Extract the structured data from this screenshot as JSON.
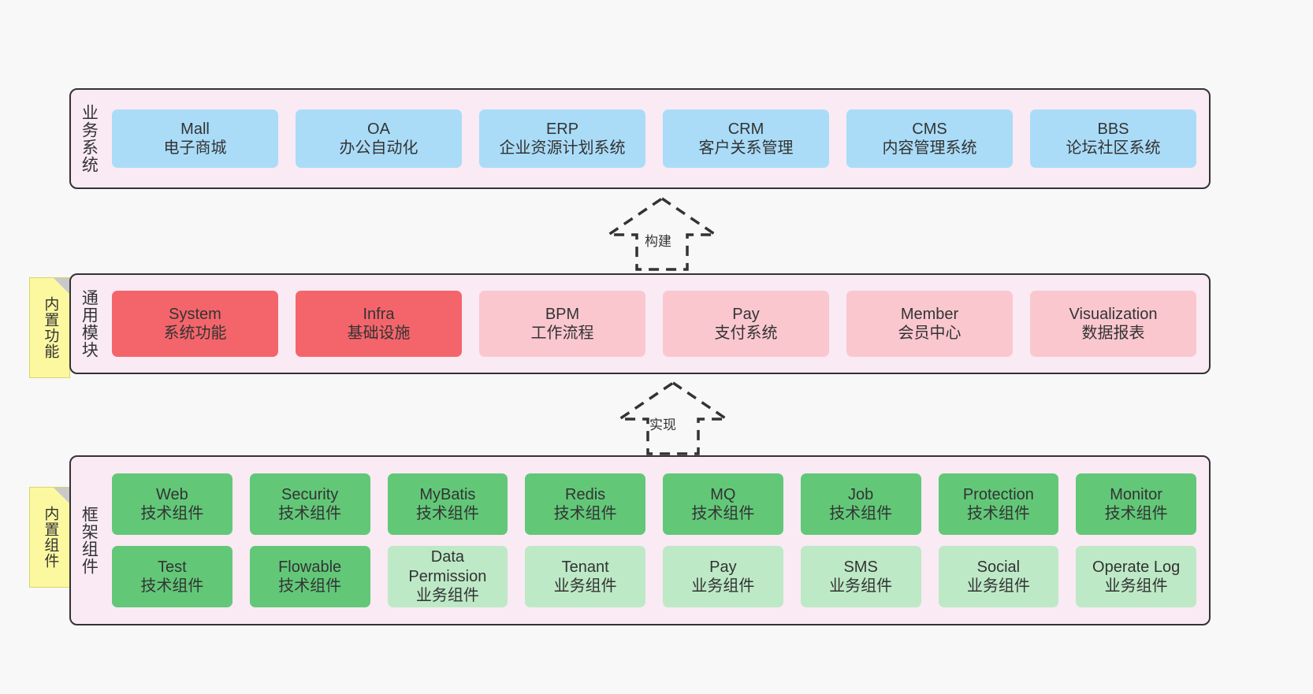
{
  "diagram": {
    "background_color": "#f8f8f8",
    "panel_color": "#f9eaf4",
    "border_color": "#333333",
    "note_color": "#fbf8a0"
  },
  "sections": [
    {
      "id": "business",
      "title": "业务系统",
      "rows": [
        [
          {
            "name": "Mall",
            "sub": "电子商城",
            "color": "#aadcf8"
          },
          {
            "name": "OA",
            "sub": "办公自动化",
            "color": "#aadcf8"
          },
          {
            "name": "ERP",
            "sub": "企业资源计划系统",
            "color": "#aadcf8"
          },
          {
            "name": "CRM",
            "sub": "客户关系管理",
            "color": "#aadcf8"
          },
          {
            "name": "CMS",
            "sub": "内容管理系统",
            "color": "#aadcf8"
          },
          {
            "name": "BBS",
            "sub": "论坛社区系统",
            "color": "#aadcf8"
          }
        ]
      ]
    },
    {
      "id": "modules",
      "title": "通用模块",
      "note": "内置功能",
      "rows": [
        [
          {
            "name": "System",
            "sub": "系统功能",
            "color": "#f4656b"
          },
          {
            "name": "Infra",
            "sub": "基础设施",
            "color": "#f4656b"
          },
          {
            "name": "BPM",
            "sub": "工作流程",
            "color": "#fbc7cf"
          },
          {
            "name": "Pay",
            "sub": "支付系统",
            "color": "#fbc7cf"
          },
          {
            "name": "Member",
            "sub": "会员中心",
            "color": "#fbc7cf"
          },
          {
            "name": "Visualization",
            "sub": "数据报表",
            "color": "#fbc7cf"
          }
        ]
      ]
    },
    {
      "id": "framework",
      "title": "框架组件",
      "note": "内置组件",
      "rows": [
        [
          {
            "name": "Web",
            "sub": "技术组件",
            "color": "#62c878"
          },
          {
            "name": "Security",
            "sub": "技术组件",
            "color": "#62c878"
          },
          {
            "name": "MyBatis",
            "sub": "技术组件",
            "color": "#62c878"
          },
          {
            "name": "Redis",
            "sub": "技术组件",
            "color": "#62c878"
          },
          {
            "name": "MQ",
            "sub": "技术组件",
            "color": "#62c878"
          },
          {
            "name": "Job",
            "sub": "技术组件",
            "color": "#62c878"
          },
          {
            "name": "Protection",
            "sub": "技术组件",
            "color": "#62c878"
          },
          {
            "name": "Monitor",
            "sub": "技术组件",
            "color": "#62c878"
          }
        ],
        [
          {
            "name": "Test",
            "sub": "技术组件",
            "color": "#62c878"
          },
          {
            "name": "Flowable",
            "sub": "技术组件",
            "color": "#62c878"
          },
          {
            "name": "Data Permission",
            "sub": "业务组件",
            "color": "#bde9c6"
          },
          {
            "name": "Tenant",
            "sub": "业务组件",
            "color": "#bde9c6"
          },
          {
            "name": "Pay",
            "sub": "业务组件",
            "color": "#bde9c6"
          },
          {
            "name": "SMS",
            "sub": "业务组件",
            "color": "#bde9c6"
          },
          {
            "name": "Social",
            "sub": "业务组件",
            "color": "#bde9c6"
          },
          {
            "name": "Operate Log",
            "sub": "业务组件",
            "color": "#bde9c6"
          }
        ]
      ]
    }
  ],
  "arrows": [
    {
      "id": "build",
      "label": "构建",
      "style": "dashed-generalization",
      "direction": "up"
    },
    {
      "id": "implement",
      "label": "实现",
      "style": "dashed-generalization",
      "direction": "up"
    }
  ]
}
